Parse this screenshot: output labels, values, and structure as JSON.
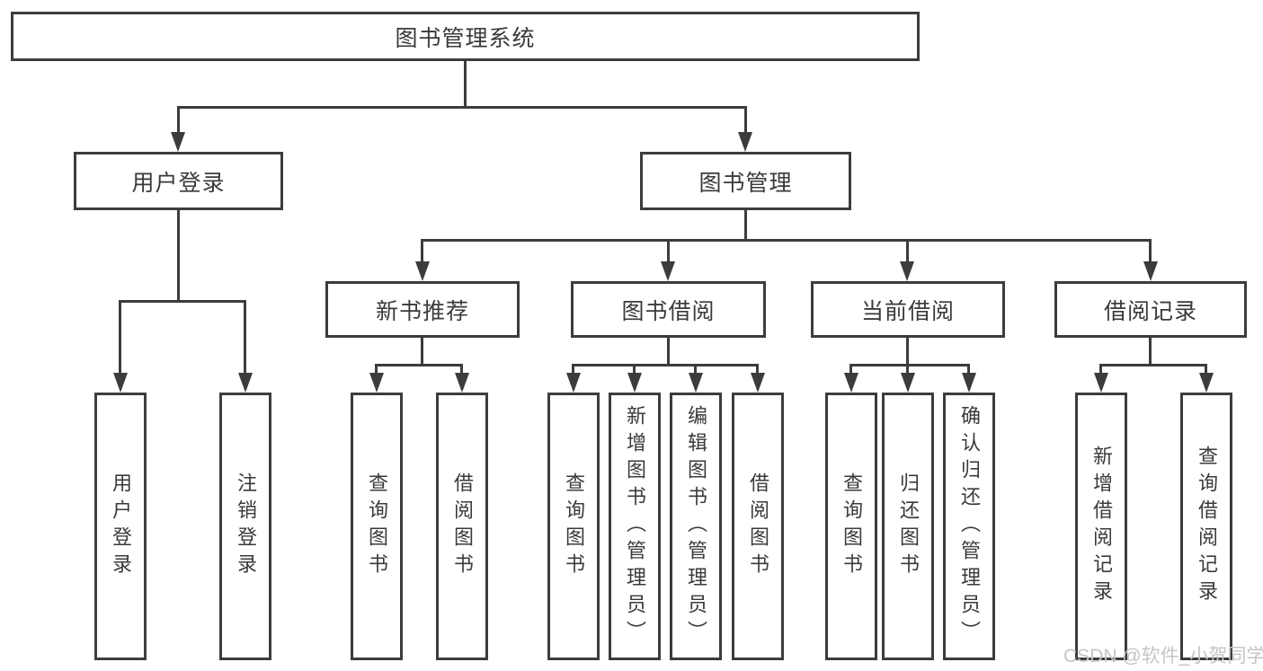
{
  "tree": {
    "label": "图书管理系统",
    "children": [
      {
        "label": "用户登录",
        "children": [
          {
            "label": "用户登录"
          },
          {
            "label": "注销登录"
          }
        ]
      },
      {
        "label": "图书管理",
        "children": [
          {
            "label": "新书推荐",
            "children": [
              {
                "label": "查询图书"
              },
              {
                "label": "借阅图书"
              }
            ]
          },
          {
            "label": "图书借阅",
            "children": [
              {
                "label": "查询图书"
              },
              {
                "label": "新增图书（管理员）"
              },
              {
                "label": "编辑图书（管理员）"
              },
              {
                "label": "借阅图书"
              }
            ]
          },
          {
            "label": "当前借阅",
            "children": [
              {
                "label": "查询图书"
              },
              {
                "label": "归还图书"
              },
              {
                "label": "确认归还（管理员）"
              }
            ]
          },
          {
            "label": "借阅记录",
            "children": [
              {
                "label": "新增借阅记录"
              },
              {
                "label": "查询借阅记录"
              }
            ]
          }
        ]
      }
    ]
  },
  "watermark": "CSDN @软件_小贺同学",
  "colors": {
    "line": "#3c3c3c",
    "text": "#3a3a3a",
    "watermark_text": "#c5c5c5",
    "background": "#ffffff"
  }
}
